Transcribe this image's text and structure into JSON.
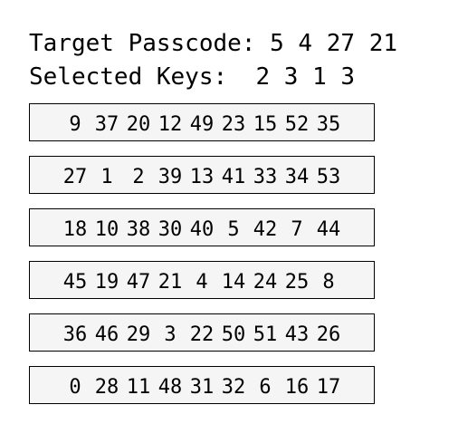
{
  "header": {
    "target_label": "Target Passcode:",
    "target_values": [
      "5",
      "4",
      "27",
      "21"
    ],
    "selected_label": "Selected Keys:",
    "selected_values": [
      "2",
      "3",
      "1",
      "3"
    ]
  },
  "keypad": {
    "rows": [
      [
        "9",
        "37",
        "20",
        "12",
        "49",
        "23",
        "15",
        "52",
        "35"
      ],
      [
        "27",
        "1",
        "2",
        "39",
        "13",
        "41",
        "33",
        "34",
        "53"
      ],
      [
        "18",
        "10",
        "38",
        "30",
        "40",
        "5",
        "42",
        "7",
        "44"
      ],
      [
        "45",
        "19",
        "47",
        "21",
        "4",
        "14",
        "24",
        "25",
        "8"
      ],
      [
        "36",
        "46",
        "29",
        "3",
        "22",
        "50",
        "51",
        "43",
        "26"
      ],
      [
        "0",
        "28",
        "11",
        "48",
        "31",
        "32",
        "6",
        "16",
        "17"
      ]
    ]
  },
  "colors": {
    "row_background": "#f5f5f5",
    "border": "#000000",
    "text": "#000000"
  }
}
